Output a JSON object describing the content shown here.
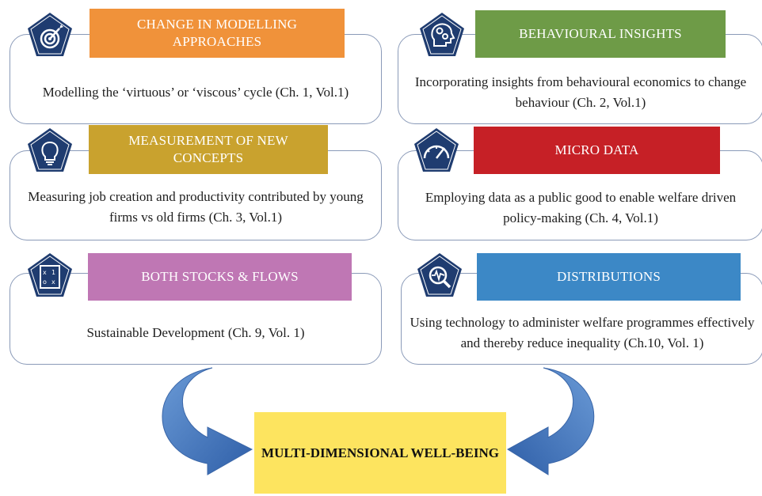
{
  "cards": [
    {
      "id": "change-modelling",
      "title": "CHANGE IN MODELLING APPROACHES",
      "desc": "Modelling the ‘virtuous’ or ‘viscous’ cycle (Ch. 1, Vol.1)",
      "color": "#f0923a",
      "icon": "target-icon"
    },
    {
      "id": "behavioural",
      "title": "BEHAVIOURAL INSIGHTS",
      "desc": "Incorporating insights from behavioural economics to change behaviour (Ch. 2, Vol.1)",
      "color": "#6e9b47",
      "icon": "brain-gears-icon"
    },
    {
      "id": "measurement",
      "title": "MEASUREMENT OF NEW CONCEPTS",
      "desc": "Measuring job creation and productivity contributed by young firms vs old firms (Ch. 3, Vol.1)",
      "color": "#c9a22e",
      "icon": "lightbulb-icon"
    },
    {
      "id": "micro-data",
      "title": "MICRO DATA",
      "desc": "Employing data as a public good to enable welfare driven policy-making (Ch. 4, Vol.1)",
      "color": "#c62026",
      "icon": "gauge-icon"
    },
    {
      "id": "stocks-flows",
      "title": "BOTH STOCKS & FLOWS",
      "desc": "Sustainable Development (Ch. 9, Vol. 1)",
      "color": "#bf77b4",
      "icon": "strategy-board-icon"
    },
    {
      "id": "distributions",
      "title": "DISTRIBUTIONS",
      "desc": "Using technology to administer welfare programmes effectively and thereby reduce inequality (Ch.10, Vol. 1)",
      "color": "#3c88c6",
      "icon": "magnifier-pulse-icon"
    }
  ],
  "goal": {
    "label": "MULTI-DIMENSIONAL WELL-BEING",
    "color": "#fde45f"
  },
  "colors": {
    "icon_bg": "#1f3c70",
    "card_border": "#8a9ab8",
    "arrow": "#4a7cc0"
  }
}
